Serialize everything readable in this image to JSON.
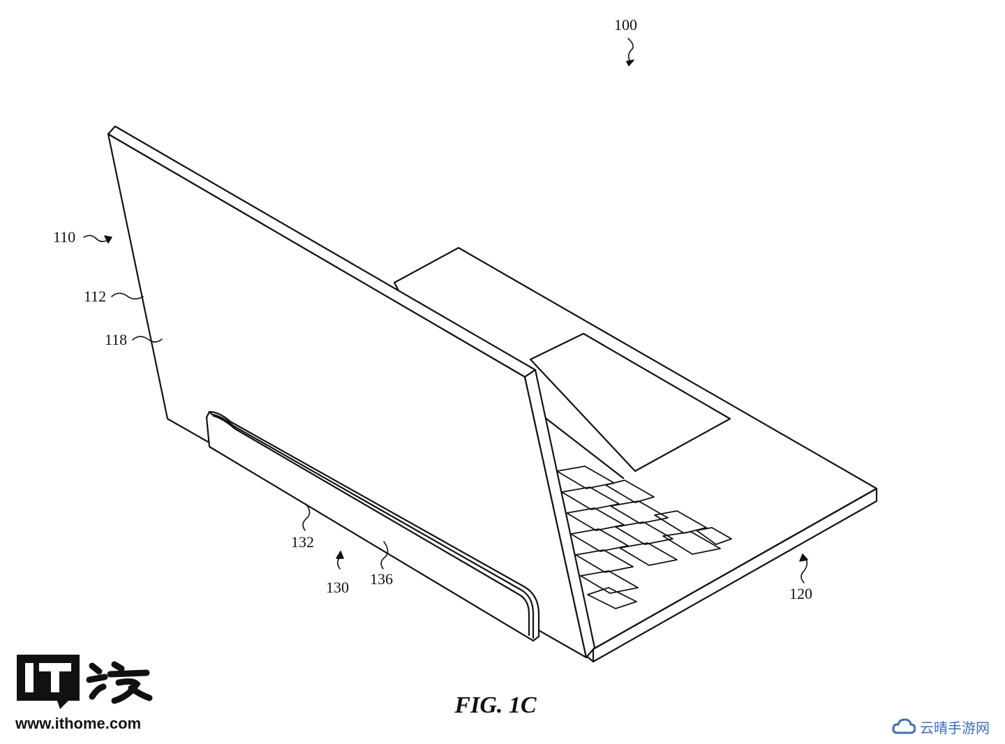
{
  "figure": {
    "caption": "FIG. 1C",
    "reference_numerals": {
      "device": "100",
      "display_housing": "110",
      "display_edge": "112",
      "display_back_surface": "118",
      "base_portion": "120",
      "stand": "130",
      "stand_surface": "132",
      "stand_edge": "136"
    }
  },
  "watermarks": {
    "logo": "IT之家",
    "site_url": "www.ithome.com",
    "secondary": "云晴手游网"
  },
  "colors": {
    "line": "#111111",
    "background": "#ffffff",
    "secondary_watermark": "#3a6fb8"
  }
}
